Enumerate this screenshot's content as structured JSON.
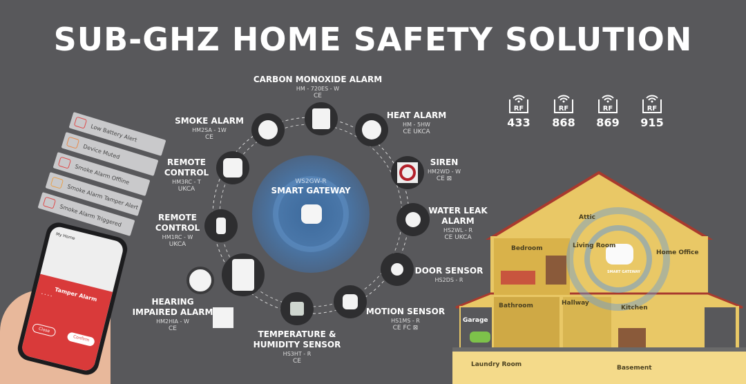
{
  "title": "SUB-GHZ HOME SAFETY SOLUTION",
  "gateway": {
    "model": "WS2GW-R",
    "name": "SMART GATEWAY"
  },
  "devices": {
    "co": {
      "name": "CARBON MONOXIDE ALARM",
      "model": "HM - 720ES - W",
      "cert": "CE"
    },
    "smoke": {
      "name": "SMOKE ALARM",
      "model": "HM2SA - 1W",
      "cert": "CE"
    },
    "heat": {
      "name": "HEAT ALARM",
      "model": "HM - 5HW",
      "cert": "CE UKCA"
    },
    "remote3": {
      "name1": "REMOTE",
      "name2": "CONTROL",
      "model": "HM3RC - T",
      "cert": "UKCA"
    },
    "siren": {
      "name": "SIREN",
      "model": "HM2WD - W",
      "cert": "CE ⊠"
    },
    "remote1": {
      "name1": "REMOTE",
      "name2": "CONTROL",
      "model": "HM1RC - W",
      "cert": "UKCA"
    },
    "water": {
      "name1": "WATER LEAK",
      "name2": "ALARM",
      "model": "HS2WL - R",
      "cert": "CE UKCA"
    },
    "door": {
      "name": "DOOR SENSOR",
      "model": "HS2DS - R"
    },
    "motion": {
      "name": "MOTION SENSOR",
      "model": "HS1MS - R",
      "cert": "CE FC ⊠"
    },
    "temp": {
      "name1": "TEMPERATURE &",
      "name2": "HUMIDITY SENSOR",
      "model": "HS3HT - R",
      "cert": "CE"
    },
    "hearing": {
      "name1": "HEARING",
      "name2": "IMPAIRED ALARM",
      "model": "HM2HIA - W",
      "cert": "CE"
    }
  },
  "rf": [
    {
      "label": "RF",
      "freq": "433"
    },
    {
      "label": "RF",
      "freq": "868"
    },
    {
      "label": "RF",
      "freq": "869"
    },
    {
      "label": "RF",
      "freq": "915"
    }
  ],
  "alerts": [
    "Low Battery Alert",
    "Device Muted",
    "Smoke Alarm Offline",
    "Smoke Alarm Tamper Alert",
    "Smoke Alarm Triggered"
  ],
  "phone": {
    "header": "My Home",
    "popup_title": "Tamper Alarm",
    "btn_left": "Close",
    "btn_right": "Confirm"
  },
  "house": {
    "rooms": [
      "Attic",
      "Bedroom",
      "Living Room",
      "Home Office",
      "Bathroom",
      "Hallway",
      "Kitchen",
      "Garage",
      "Laundry Room",
      "Basement"
    ],
    "gateway_label": "SMART GATEWAY"
  },
  "colors": {
    "background": "#58585b",
    "house": "#e9c866",
    "roof": "#a83a2e",
    "alert_red": "#d93a3a",
    "ring": "#4a7fb8"
  }
}
